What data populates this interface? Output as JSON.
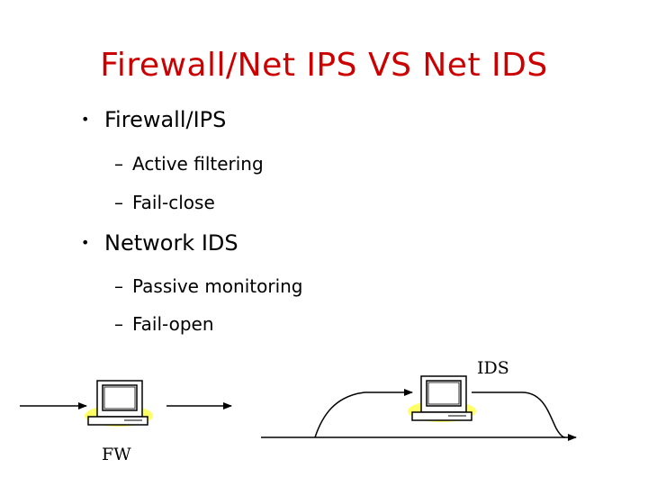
{
  "slide": {
    "title": "Firewall/Net IPS VS Net IDS",
    "bullets": [
      {
        "text": "Firewall/IPS",
        "subitems": [
          "Active filtering",
          "Fail-close"
        ]
      },
      {
        "text": "Network IDS",
        "subitems": [
          "Passive monitoring",
          "Fail-open"
        ]
      }
    ],
    "bullet_glyph": "•",
    "dash_glyph": "–"
  },
  "diagram": {
    "fw_label": "FW",
    "ids_label": "IDS",
    "icons": [
      "computer-icon",
      "computer-icon"
    ]
  },
  "colors": {
    "title": "#cc0000",
    "text": "#000000",
    "icon_halo": "#ffff66",
    "background": "#ffffff"
  }
}
